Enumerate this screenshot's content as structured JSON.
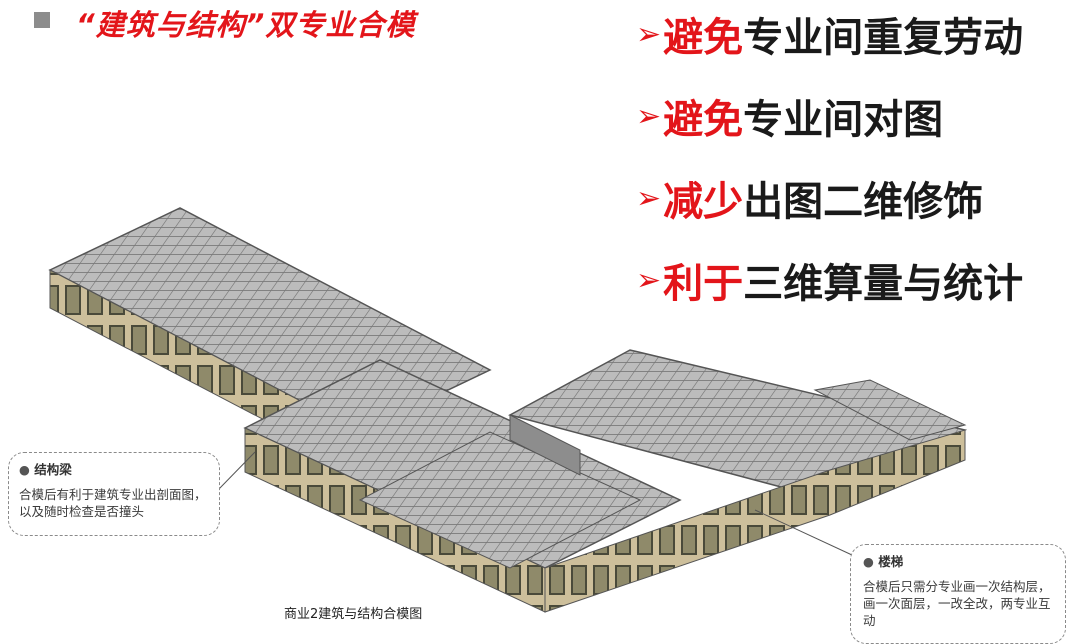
{
  "title": {
    "bullet_icon": "square-bullet-icon",
    "text": "“建筑与结构”双专业合模"
  },
  "points": [
    {
      "em": "避免",
      "rest": "专业间重复劳动"
    },
    {
      "em": "避免",
      "rest": "专业间对图"
    },
    {
      "em": "减少",
      "rest": "出图二维修饰"
    },
    {
      "em": "利于",
      "rest": "三维算量与统计"
    }
  ],
  "point_arrow": "➢",
  "callouts": {
    "beam": {
      "title": "结构梁",
      "body": "合模后有利于建筑专业出剖面图，以及随时检查是否撞头"
    },
    "stair": {
      "title": "楼梯",
      "body": "合模后只需分专业画一次结构层，画一次面层，一改全改，两专业互动"
    }
  },
  "caption": "商业2建筑与结构合模图",
  "colors": {
    "accent_red": "#e3151a",
    "text_dark": "#1a1a1a",
    "model_beige": "#c9b896",
    "model_dark": "#6e5436"
  }
}
